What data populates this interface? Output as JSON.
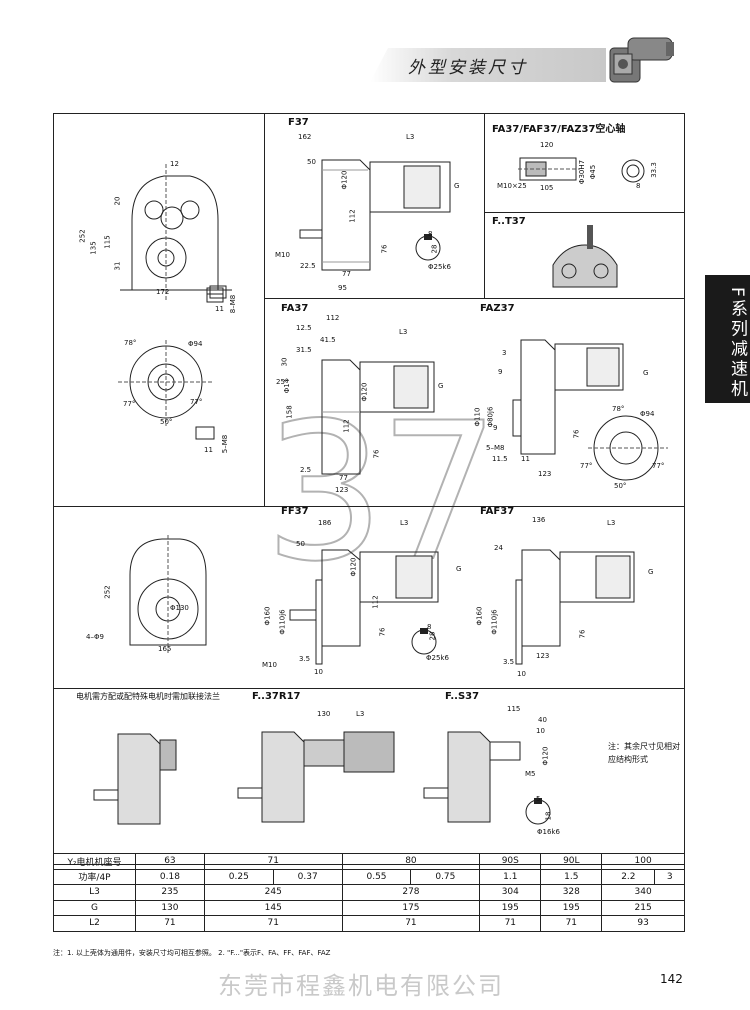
{
  "header": {
    "title": "外型安装尺寸",
    "tab": "F系列减速机"
  },
  "big_number": "37",
  "sections": {
    "f37": "F37",
    "fa37_hollow": "FA37/FAF37/FAZ37空心轴",
    "ft37": "F..T37",
    "fa37": "FA37",
    "faz37": "FAZ37",
    "ff37": "FF37",
    "faf37": "FAF37",
    "fr17": "F..37R17",
    "fs37": "F..S37"
  },
  "notes": {
    "motor_flange": "电机需方配或配特殊电机时需加联接法兰",
    "other_dims": "注：其余尺寸见相对应结构形式"
  },
  "dims": {
    "d12": "12",
    "d20": "20",
    "d115": "115",
    "d135": "135",
    "d252": "252",
    "d31": "31",
    "d172": "172",
    "d11": "11",
    "d8m8": "8–M8",
    "d162": "162",
    "dl3": "L3",
    "d50": "50",
    "d120": "Φ120",
    "dg": "G",
    "d112": "112",
    "d76": "76",
    "dm10": "M10",
    "d225": "22.5",
    "d77": "77",
    "d95": "95",
    "d8": "8",
    "d28": "28",
    "d25k6": "Φ25k6",
    "h120": "120",
    "h30h7": "Φ30H7",
    "h45": "Φ45",
    "hm10": "M10×25",
    "h105": "105",
    "h8": "8",
    "h333": "33.3",
    "fa112": "112",
    "fa125": "12.5",
    "fa415": "41.5",
    "fa315": "31.5",
    "fa30": "30",
    "fa25": "25°",
    "fa14": "Φ14",
    "fa158": "158",
    "fa25b": "2.5",
    "fa123": "123",
    "fa78": "78°",
    "fa94": "Φ94",
    "fa50": "50°",
    "fa77": "77°",
    "fa5m8": "5–M8",
    "faz3": "3",
    "faz9": "9",
    "faz110": "Φ110",
    "faz80j6": "Φ80j6",
    "faz5m8": "5–M8",
    "faz115": "11.5",
    "ff186": "186",
    "ff160": "Φ160",
    "ff110j6": "Φ110j6",
    "ff130": "Φ130",
    "ff165": "165",
    "ff4_9": "4–Φ9",
    "ff35": "3.5",
    "ff10": "10",
    "faf136": "136",
    "faf24": "24",
    "r130": "130",
    "s115": "115",
    "s40": "40",
    "s10": "10",
    "sm5": "M5",
    "s5": "5",
    "s18": "18",
    "s16k6": "Φ16k6"
  },
  "table": {
    "rows": [
      [
        "Y₂电机机座号",
        "63",
        "71",
        "80",
        "90S",
        "90L",
        "100"
      ],
      [
        "功率/4P",
        "0.18",
        "0.25",
        "0.37",
        "0.55",
        "0.75",
        "1.1",
        "1.5",
        "2.2",
        "3"
      ],
      [
        "L3",
        "235",
        "245",
        "278",
        "304",
        "328",
        "340"
      ],
      [
        "G",
        "130",
        "145",
        "175",
        "195",
        "195",
        "215"
      ],
      [
        "L2",
        "71",
        "71",
        "71",
        "71",
        "71",
        "93"
      ]
    ]
  },
  "footnote": "注：1. 以上壳体为通用件，安装尺寸均可相互参照。  2. \"F...\"表示F、FA、FF、FAF、FAZ",
  "watermark": "东莞市程鑫机电有限公司",
  "page_number": "142"
}
